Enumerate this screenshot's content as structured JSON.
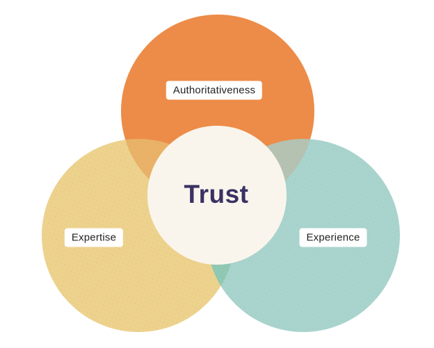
{
  "diagram": {
    "type": "venn",
    "background": "#FFFFFF",
    "circles": [
      {
        "id": "authoritativeness",
        "label": "Authoritativeness",
        "color": "#EC8C48",
        "position": "top"
      },
      {
        "id": "expertise",
        "label": "Expertise",
        "color": "#EDD28E",
        "position": "bottom-left"
      },
      {
        "id": "experience",
        "label": "Experience",
        "color": "#A9D4CD",
        "position": "bottom-right"
      }
    ],
    "overlaps": {
      "authoritativeness_expertise": "#E9B268",
      "authoritativeness_experience": "#B5C2B2",
      "expertise_experience": "#8FC9B4"
    },
    "center": {
      "label": "Trust",
      "fill": "#FAF5EC",
      "text_color": "#3A3164"
    },
    "label_box": {
      "background": "#FFFFFF",
      "text_color": "#1F1F1F"
    }
  }
}
